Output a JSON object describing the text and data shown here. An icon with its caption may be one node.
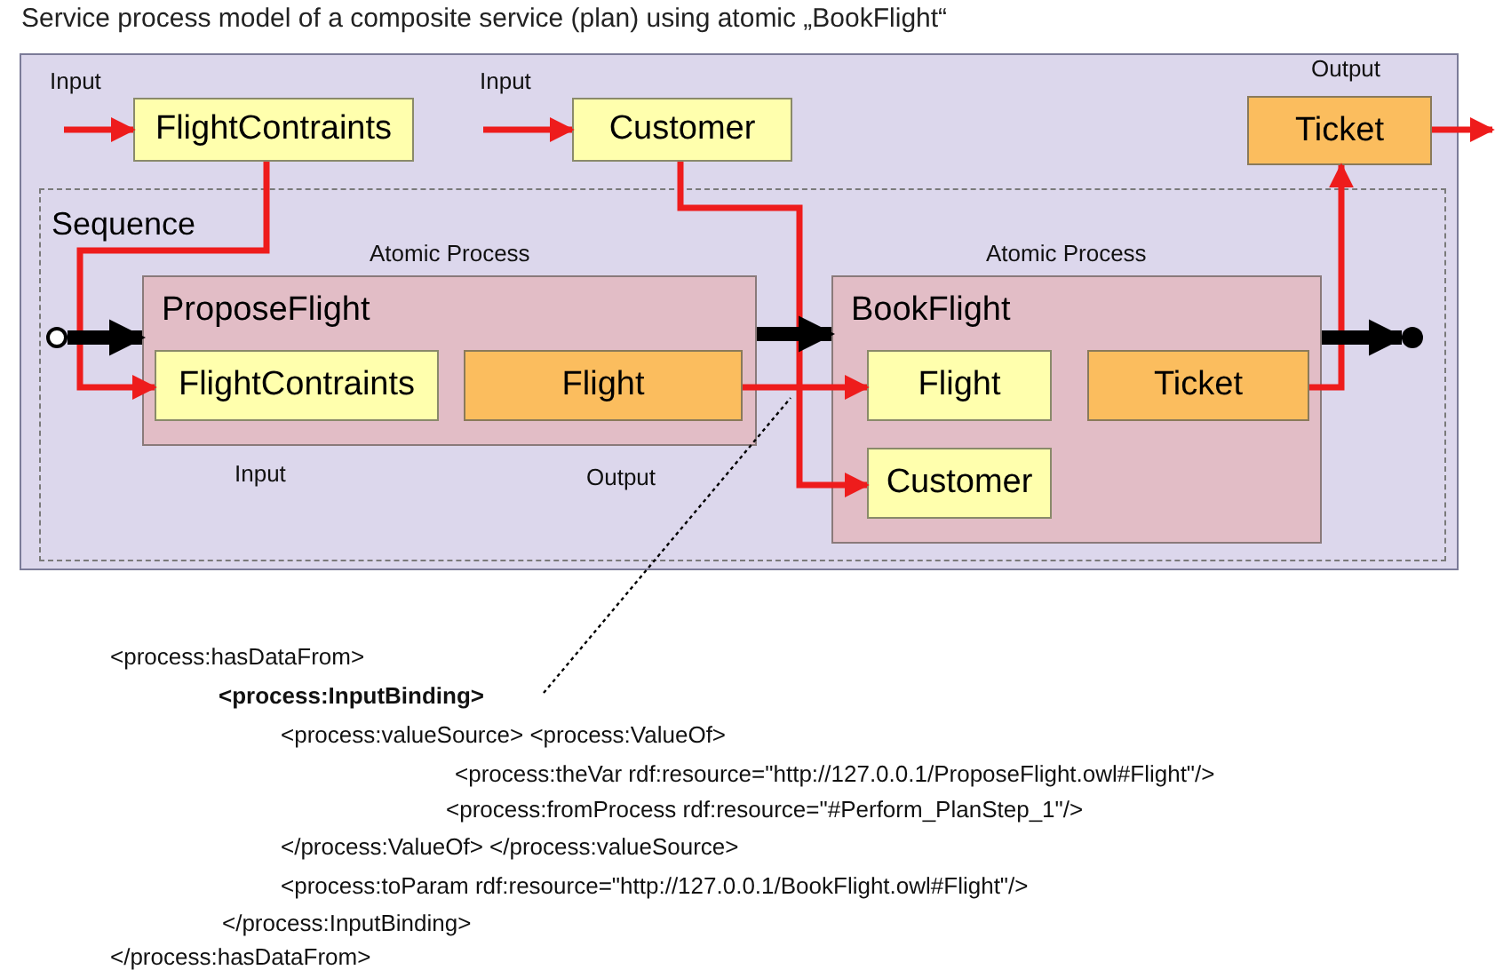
{
  "diagram": {
    "title": "Service process model of a composite service (plan) using atomic „BookFlight“",
    "nodes": [
      {
        "text": [],
        "shape": "box"
      },
      {
        "text": [
          "FlightContraints"
        ],
        "in": 0,
        "beside": [
          "Input"
        ]
      },
      {
        "text": [
          "Customer"
        ],
        "in": 0,
        "beside": [
          "Input"
        ]
      },
      {
        "text": [
          "Ticket"
        ],
        "in": 0,
        "beside": [
          "Output"
        ]
      },
      {
        "text": [
          "Sequence"
        ],
        "in": 0
      },
      {
        "text": [
          "ProposeFlight"
        ],
        "in": 4,
        "beside": [
          "Atomic Process"
        ]
      },
      {
        "text": [
          "FlightContraints"
        ],
        "in": 5,
        "beside": [
          "Input"
        ]
      },
      {
        "text": [
          "Flight"
        ],
        "in": 5,
        "beside": [
          "Output"
        ]
      },
      {
        "text": [
          "BookFlight"
        ],
        "in": 4,
        "beside": [
          "Atomic Process"
        ]
      },
      {
        "text": [
          "Flight"
        ],
        "in": 8
      },
      {
        "text": [
          "Ticket"
        ],
        "in": 8
      },
      {
        "text": [
          "Customer"
        ],
        "in": 8
      },
      {
        "text": [],
        "shape": "circle",
        "in": 4
      },
      {
        "text": [],
        "shape": "circle",
        "in": 4
      },
      {
        "text": [
          "<process:InputBinding>"
        ]
      }
    ],
    "edges": [
      {
        "from": null,
        "to": 1,
        "arrow": "to"
      },
      {
        "from": null,
        "to": 2,
        "arrow": "to"
      },
      {
        "from": 3,
        "to": null,
        "arrow": "to"
      },
      {
        "from": 1,
        "to": 6,
        "arrow": "to"
      },
      {
        "from": 2,
        "to": 11,
        "arrow": "to"
      },
      {
        "from": 7,
        "to": 9,
        "arrow": "to"
      },
      {
        "from": 10,
        "to": 3,
        "arrow": "to"
      },
      {
        "from": 12,
        "to": 5,
        "arrow": "to",
        "style": "thick",
        "color": "#000000"
      },
      {
        "from": 5,
        "to": 8,
        "arrow": "to",
        "style": "thick",
        "color": "#000000"
      },
      {
        "from": 8,
        "to": 13,
        "arrow": "to",
        "style": "thick",
        "color": "#000000"
      },
      {
        "from": 14,
        "to": null,
        "arrow": "none",
        "style": "dashed",
        "color": "#000000"
      }
    ],
    "labels": [
      "<process:hasDataFrom>",
      "<process:valueSource> <process:ValueOf>",
      "<process:theVar rdf:resource=\"http://127.0.0.1/ProposeFlight.owl#Flight\"/>",
      "<process:fromProcess rdf:resource=\"#Perform_PlanStep_1\"/>",
      "</process:ValueOf> </process:valueSource>",
      "<process:toParam rdf:resource=\"http://127.0.0.1/BookFlight.owl#Flight\"/>",
      "</process:InputBinding>",
      "</process:hasDataFrom>"
    ]
  }
}
